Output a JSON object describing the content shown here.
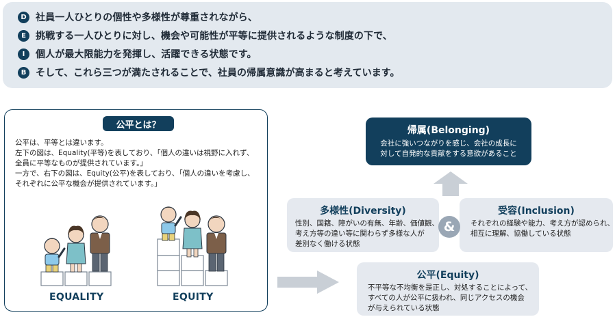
{
  "points": [
    {
      "badge": "D",
      "text": "社員一人ひとりの個性や多様性が尊重されながら、"
    },
    {
      "badge": "E",
      "text": "挑戦する一人ひとりに対し、機会や可能性が平等に提供されるような制度の下で、"
    },
    {
      "badge": "I",
      "text": "個人が最大限能力を発揮し、活躍できる状態です。"
    },
    {
      "badge": "B",
      "text": "そして、これら三つが満たされることで、社員の帰属意識が高まると考えています。"
    }
  ],
  "equity_box": {
    "title": "公平とは？",
    "lines": [
      "公平は、平等とは違います。",
      "左下の図は、Equality(平等)を表しており、「個人の違いは視野に入れず、",
      "全員に平等なものが提供されています。」",
      "一方で、右下の図は、Equity(公平)を表しており、「個人の違いを考慮し、",
      "それぞれに公平な機会が提供されています。」"
    ],
    "label_equality": "EQUALITY",
    "label_equity": "EQUITY"
  },
  "belonging": {
    "title": "帰属(Belonging)",
    "lines": [
      "会社に強いつながりを感じ、会社の成長に",
      "対して自発的な貢献をする意欲があること"
    ]
  },
  "diversity": {
    "title": "多様性(Diversity)",
    "lines": [
      "性別、国籍、障がいの有無、年齢、価値観、",
      "考え方等の違い等に関わらず多様な人が",
      "差別なく働ける状態"
    ]
  },
  "inclusion": {
    "title": "受容(Inclusion)",
    "lines": [
      "それぞれの経験や能力、考え方が認められ、",
      "相互に理解、協働している状態"
    ]
  },
  "equity": {
    "title": "公平(Equity)",
    "lines": [
      "不平等な不均衡を是正し、対処することによって、",
      "すべての人が公平に扱われ、同じアクセスの機会",
      "が与えられている状態"
    ]
  },
  "amp": "&",
  "colors": {
    "navy": "#123f5c",
    "panel": "#e3e9ef",
    "card": "#e5e9ef",
    "arrow": "#c9cfd6"
  }
}
